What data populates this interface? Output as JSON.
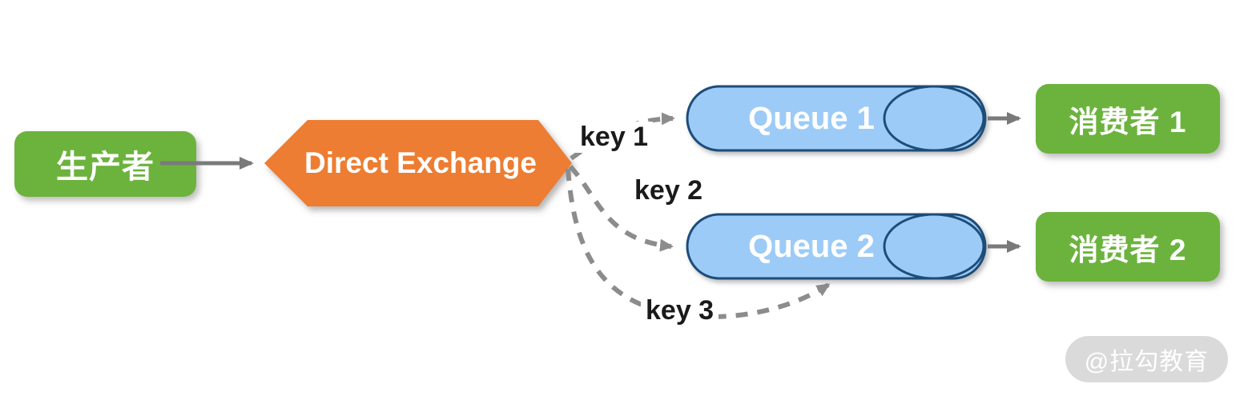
{
  "diagram_type": "message-routing-topology",
  "nodes": {
    "producer": {
      "label": "生产者",
      "shape": "rounded-rect",
      "color": "#6CB33E"
    },
    "exchange": {
      "label": "Direct Exchange",
      "shape": "hexagon",
      "color": "#ED7D31"
    },
    "queue1": {
      "label": "Queue 1",
      "shape": "queue-pill",
      "fill": "#9CCBF8",
      "border": "#1F4E79"
    },
    "queue2": {
      "label": "Queue 2",
      "shape": "queue-pill",
      "fill": "#9CCBF8",
      "border": "#1F4E79"
    },
    "consumer1": {
      "label": "消费者 1",
      "shape": "rounded-rect",
      "color": "#6CB33E"
    },
    "consumer2": {
      "label": "消费者 2",
      "shape": "rounded-rect",
      "color": "#6CB33E"
    }
  },
  "edges": {
    "produce": {
      "from": "producer",
      "to": "exchange",
      "style": "solid"
    },
    "key1": {
      "label": "key 1",
      "from": "exchange",
      "to": "queue1",
      "style": "dashed"
    },
    "key2": {
      "label": "key 2",
      "from": "exchange",
      "to": "queue2",
      "style": "dashed"
    },
    "key3": {
      "label": "key 3",
      "from": "exchange",
      "to": "queue2",
      "style": "dashed"
    },
    "consume1": {
      "from": "queue1",
      "to": "consumer1",
      "style": "solid"
    },
    "consume2": {
      "from": "queue2",
      "to": "consumer2",
      "style": "solid"
    }
  },
  "watermark": {
    "label": "@拉勾教育"
  },
  "colors": {
    "node_green": "#6CB33E",
    "exchange_orange": "#ED7D31",
    "queue_fill": "#9CCBF8",
    "queue_border": "#1F4E79",
    "arrow_gray": "#7A7A7A",
    "dash_gray": "#8C8C8C",
    "key_text": "#1A1A1A",
    "watermark_bg": "#DADADA"
  }
}
